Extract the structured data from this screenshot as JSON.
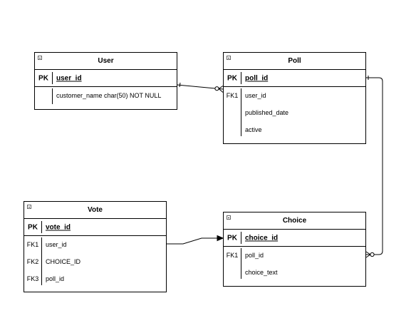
{
  "entities": {
    "user": {
      "title": "User",
      "pk": {
        "key": "PK",
        "name": "user_id"
      },
      "fields": [
        {
          "key": "",
          "name": "customer_name char(50) NOT NULL"
        }
      ]
    },
    "poll": {
      "title": "Poll",
      "pk": {
        "key": "PK",
        "name": "poll_id"
      },
      "fields": [
        {
          "key": "FK1",
          "name": "user_id"
        },
        {
          "key": "",
          "name": "published_date"
        },
        {
          "key": "",
          "name": "active"
        }
      ]
    },
    "vote": {
      "title": "Vote",
      "pk": {
        "key": "PK",
        "name": "vote_id"
      },
      "fields": [
        {
          "key": "FK1",
          "name": "user_id"
        },
        {
          "key": "FK2",
          "name": "CHOICE_ID"
        },
        {
          "key": "FK3",
          "name": "poll_id"
        }
      ]
    },
    "choice": {
      "title": "Choice",
      "pk": {
        "key": "PK",
        "name": "choice_id"
      },
      "fields": [
        {
          "key": "FK1",
          "name": "poll_id"
        },
        {
          "key": "",
          "name": "choice_text"
        }
      ]
    }
  },
  "relationships": [
    {
      "from": "user",
      "to": "poll",
      "from_end": "one",
      "to_end": "zero-or-many"
    },
    {
      "from": "poll",
      "to": "choice",
      "from_end": "one",
      "to_end": "zero-or-many"
    },
    {
      "from": "vote",
      "to": "choice",
      "from_end": "none",
      "to_end": "arrow"
    }
  ]
}
